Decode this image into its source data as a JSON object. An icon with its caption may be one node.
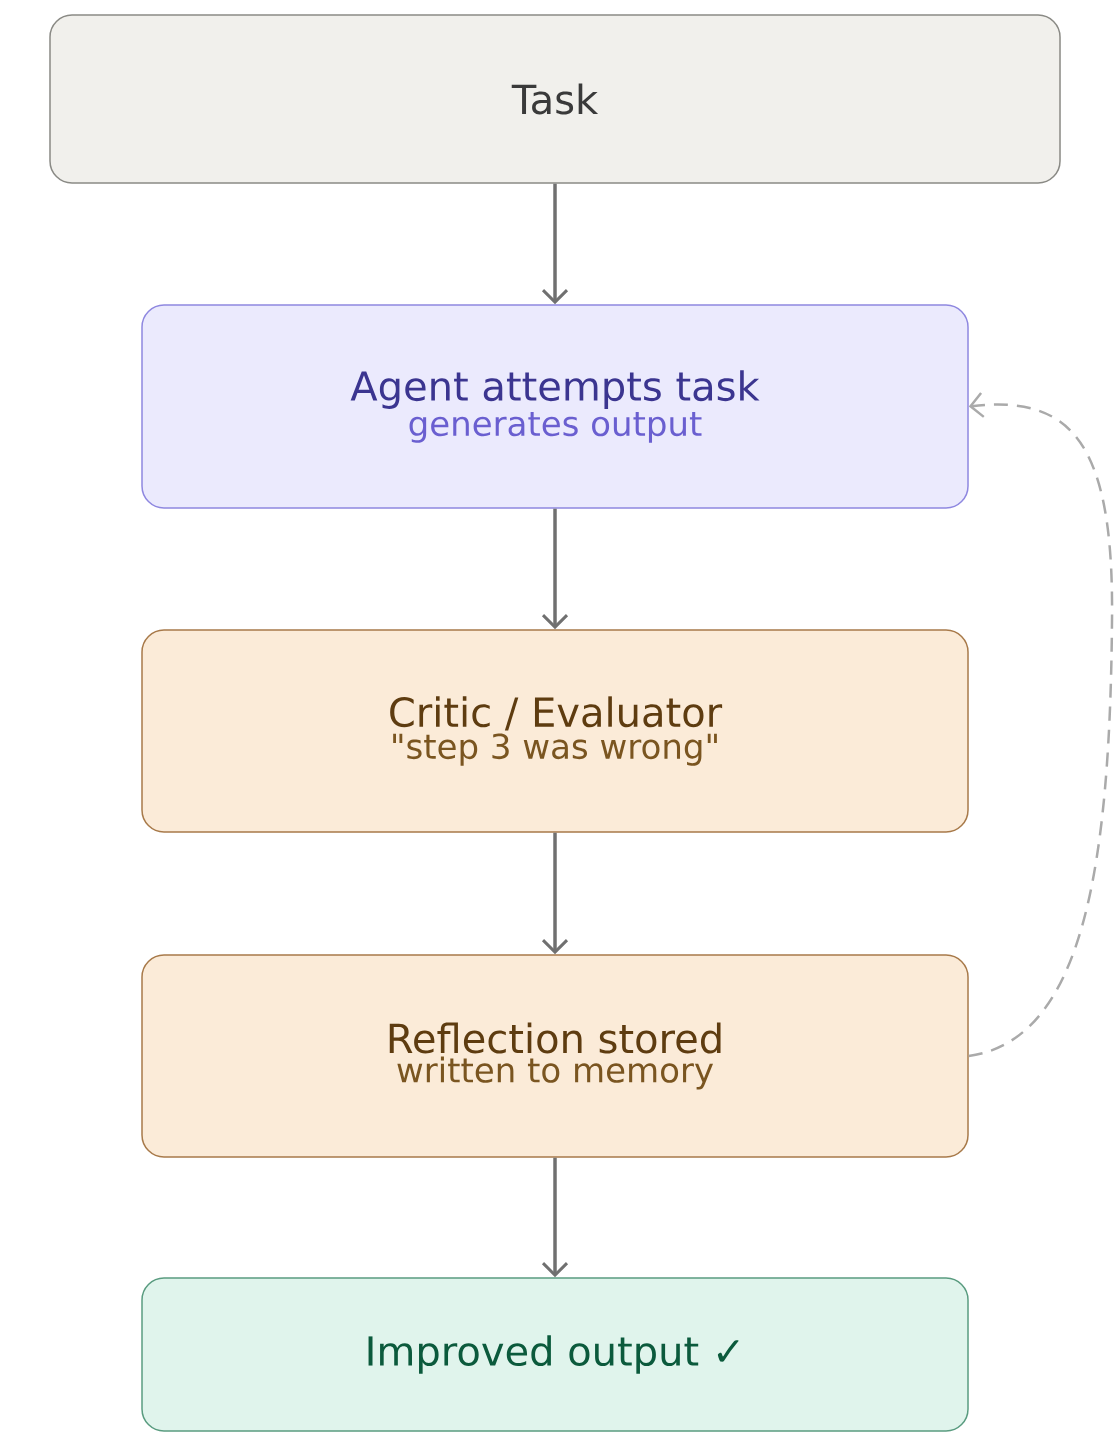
{
  "diagram": {
    "nodes": [
      {
        "text": [
          "Task"
        ]
      },
      {
        "text": [
          "Agent attempts task",
          "generates output"
        ]
      },
      {
        "text": [
          "Critic / Evaluator",
          "\"step 3 was wrong\""
        ]
      },
      {
        "text": [
          "Reflection stored",
          "written to memory"
        ]
      },
      {
        "text": [
          "Improved output ✓"
        ]
      }
    ],
    "edges": [
      {
        "from": 0,
        "to": 1,
        "arrow": "to"
      },
      {
        "from": 1,
        "to": 2,
        "arrow": "to"
      },
      {
        "from": 2,
        "to": 3,
        "arrow": "to"
      },
      {
        "from": 3,
        "to": 4,
        "arrow": "to"
      },
      {
        "from": 3,
        "to": 1,
        "arrow": "to",
        "style": "dashed",
        "color": "#aaaaaa"
      }
    ]
  }
}
